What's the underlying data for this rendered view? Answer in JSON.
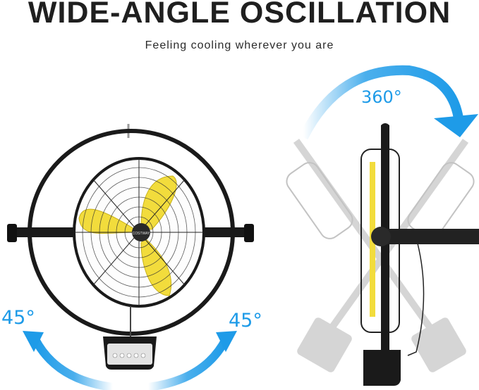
{
  "header": {
    "title": "WIDE-ANGLE OSCILLATION",
    "subtitle": "Feeling cooling wherever you are"
  },
  "left_view": {
    "brand_label": "COSTWAY",
    "left_angle": "45°",
    "right_angle": "45°",
    "control_buttons": 5
  },
  "right_view": {
    "rotation_angle": "360°"
  },
  "colors": {
    "arrow_blue": "#1e9be8",
    "blade_yellow": "#f2dc3c",
    "frame_black": "#1a1a1a",
    "ghost_gray": "#b5b5b5"
  }
}
